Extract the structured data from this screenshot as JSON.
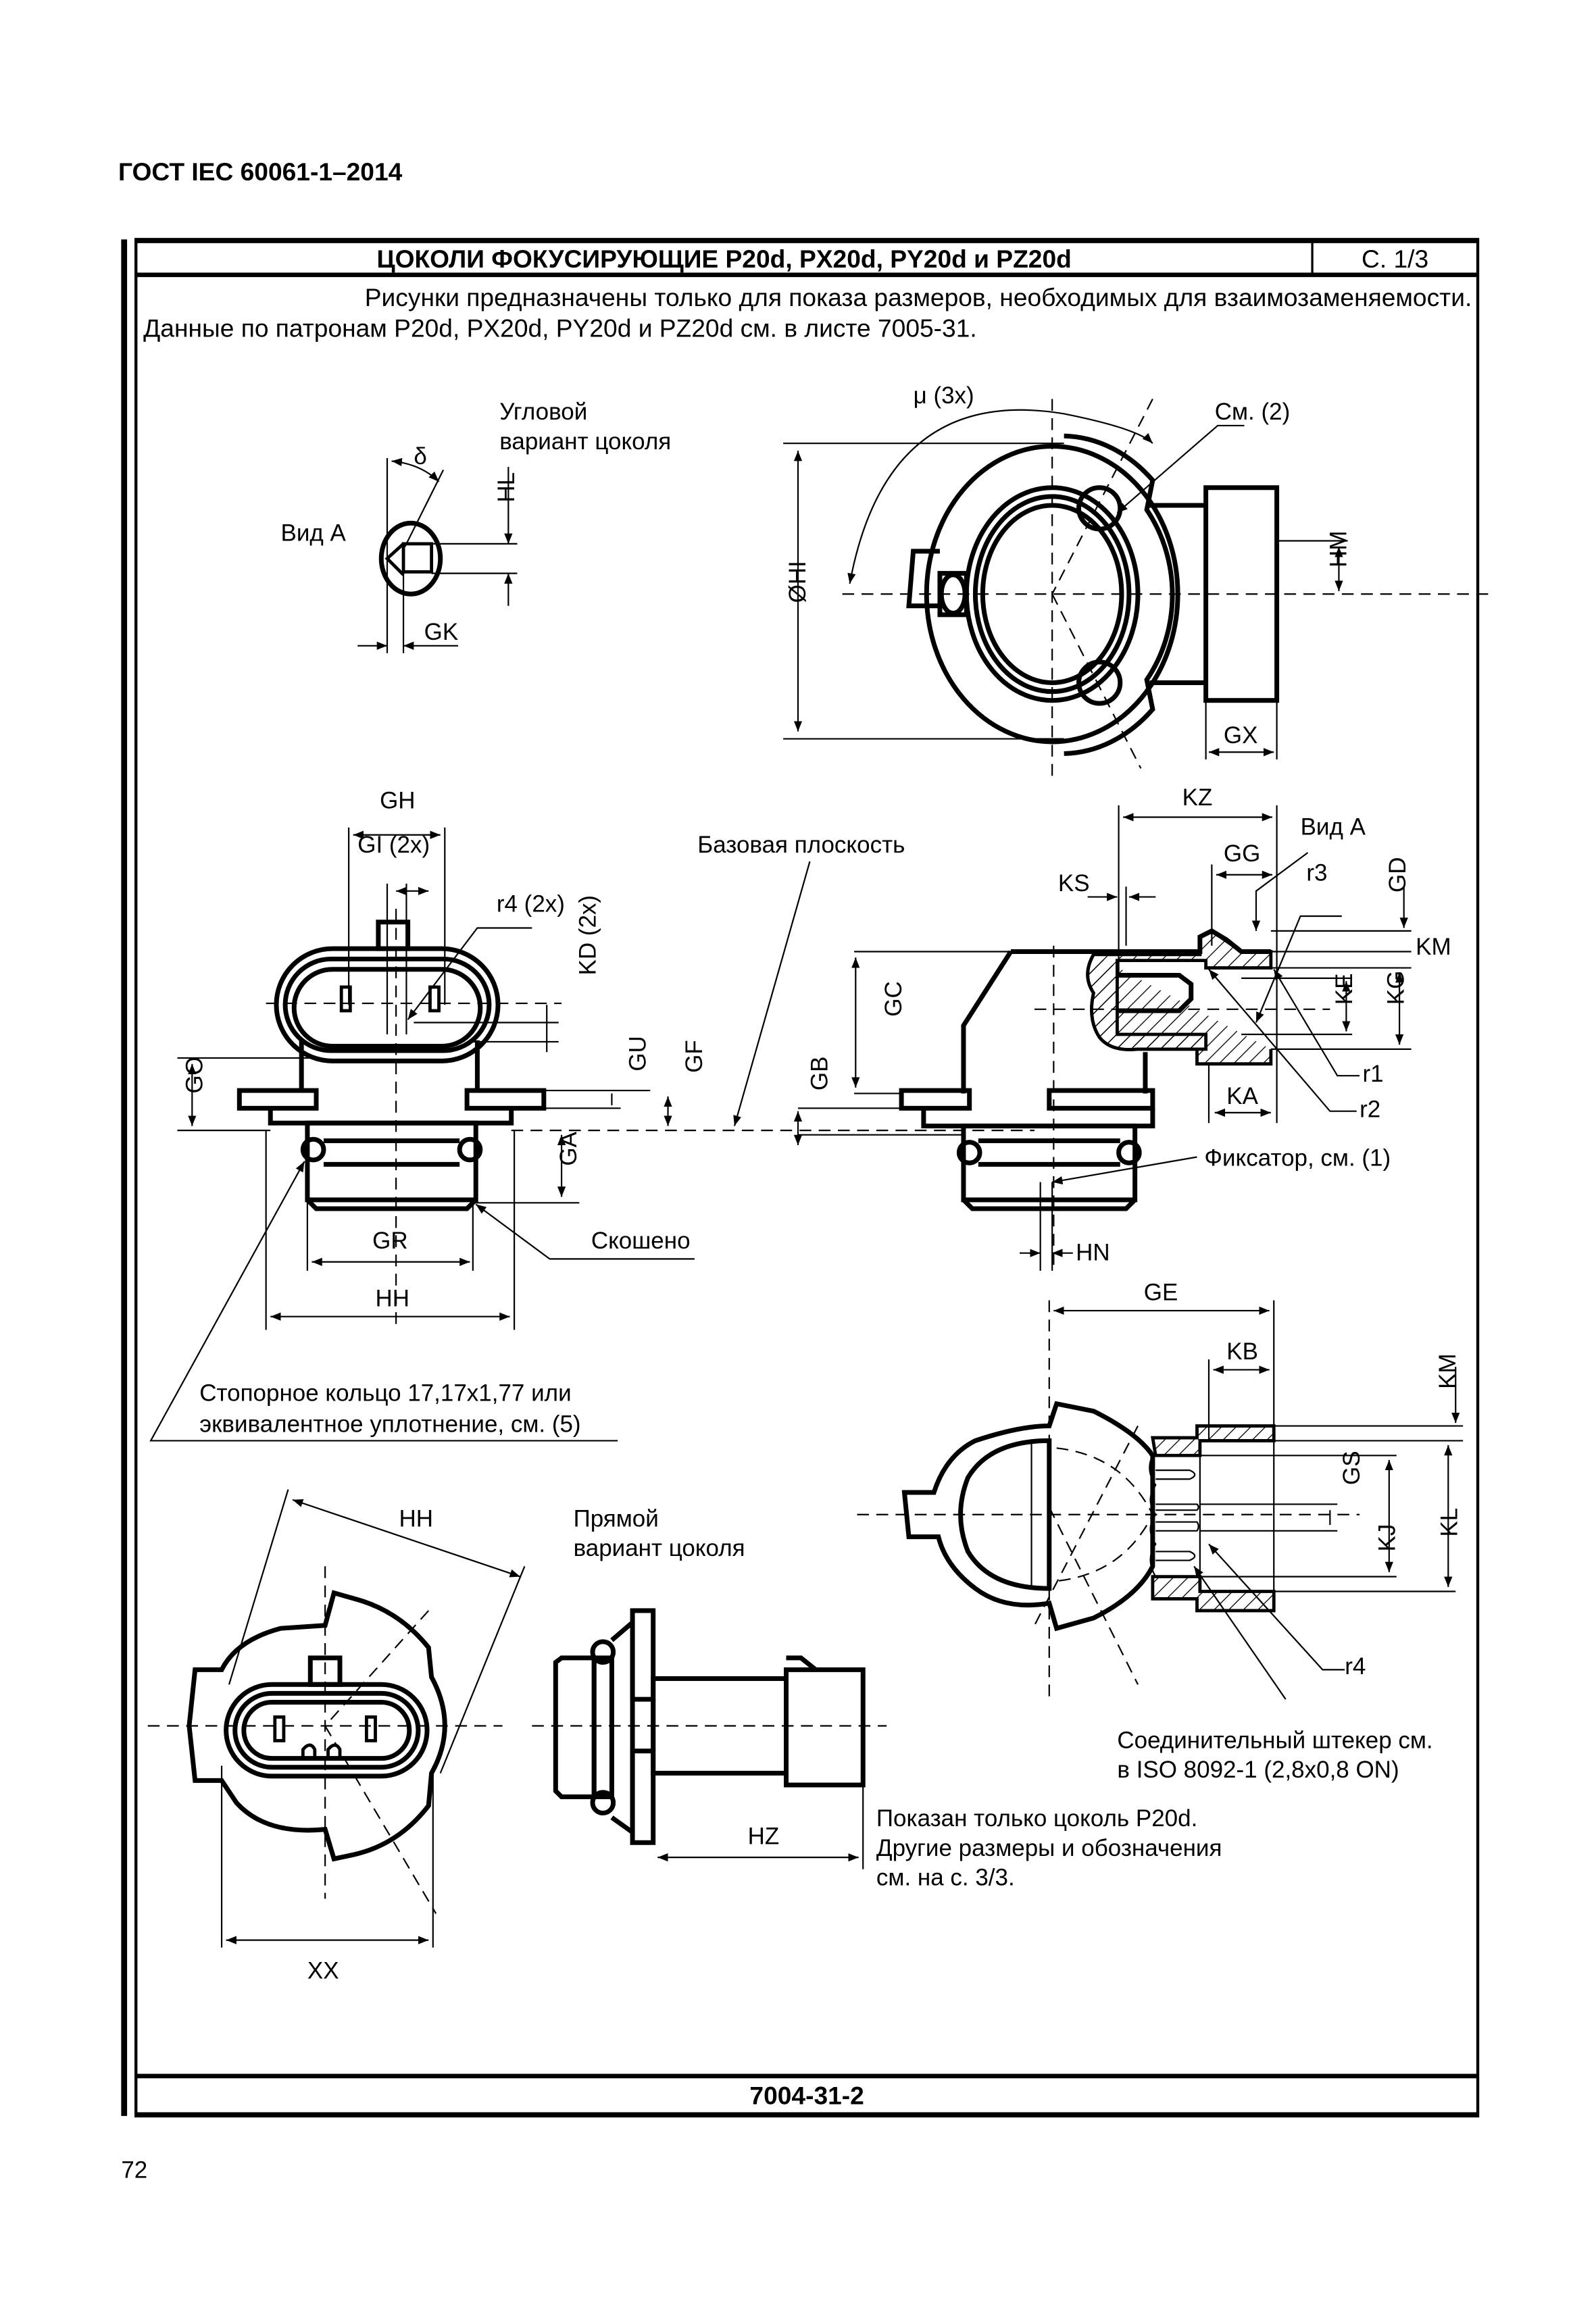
{
  "document": {
    "standard": "ГОСТ IEC 60061-1–2014",
    "page_number": "72"
  },
  "sheet": {
    "title": "ЦОКОЛИ ФОКУСИРУЮЩИЕ P20d, PX20d, PY20d и PZ20d",
    "page_ref": "С. 1/3",
    "intro_line1": "Рисунки предназначены только для показа размеров, необходимых для взаимозаменяемости.",
    "intro_line2": "Данные по патронам P20d, PX20d, PY20d и PZ20d см. в листе 7005-31.",
    "sheet_number": "7004-31-2"
  },
  "views": {
    "view_a": {
      "caption": "Вид А",
      "variant_line1": "Угловой",
      "variant_line2": "вариант цоколя",
      "dims": {
        "delta": "δ",
        "hl": "HL",
        "gk": "GK"
      }
    },
    "top_view": {
      "dims": {
        "mu": "μ (3x)",
        "note2": "См. (2)",
        "hi": "ØHI",
        "hm": "HM",
        "gx": "GX"
      }
    },
    "front_view": {
      "dims": {
        "gh": "GH",
        "gi": "GI (2x)",
        "r4": "r4 (2x)",
        "kd": "KD (2x)",
        "go": "GO",
        "gu": "GU",
        "gf": "GF",
        "ga": "GA",
        "gr": "GR",
        "hh": "HH"
      },
      "chamfer": "Скошено",
      "ring_note_line1": "Стопорное кольцо 17,17x1,77 или",
      "ring_note_line2": "эквивалентное уплотнение, см. (5)"
    },
    "reference_plane": "Базовая плоскость",
    "side_view": {
      "dims": {
        "kz": "KZ",
        "view_a": "Вид А",
        "gg": "GG",
        "ks": "KS",
        "r3": "r3",
        "gd": "GD",
        "km": "KM",
        "gc": "GC",
        "ke": "KE",
        "kg": "KG",
        "gb": "GB",
        "r1": "r1",
        "r2": "r2",
        "ka": "KA",
        "hn": "HN"
      },
      "latch_note": "Фиксатор, см. (1)"
    },
    "section_view": {
      "dims": {
        "ge": "GE",
        "kb": "KB",
        "km": "KM",
        "gs": "GS",
        "kj": "KJ",
        "kl": "KL",
        "r4": "r4"
      },
      "connector_note_line1": "Соединительный штекер см.",
      "connector_note_line2": "в ISO 8092-1 (2,8x0,8 ON)"
    },
    "straight_view": {
      "dims": {
        "hh": "HH",
        "xx": "XX",
        "hz": "HZ"
      },
      "variant_line1": "Прямой",
      "variant_line2": "вариант цоколя"
    },
    "note_p20d_line1": "Показан только цоколь P20d.",
    "note_p20d_line2": "Другие размеры и обозначения",
    "note_p20d_line3": "см. на с. 3/3."
  }
}
